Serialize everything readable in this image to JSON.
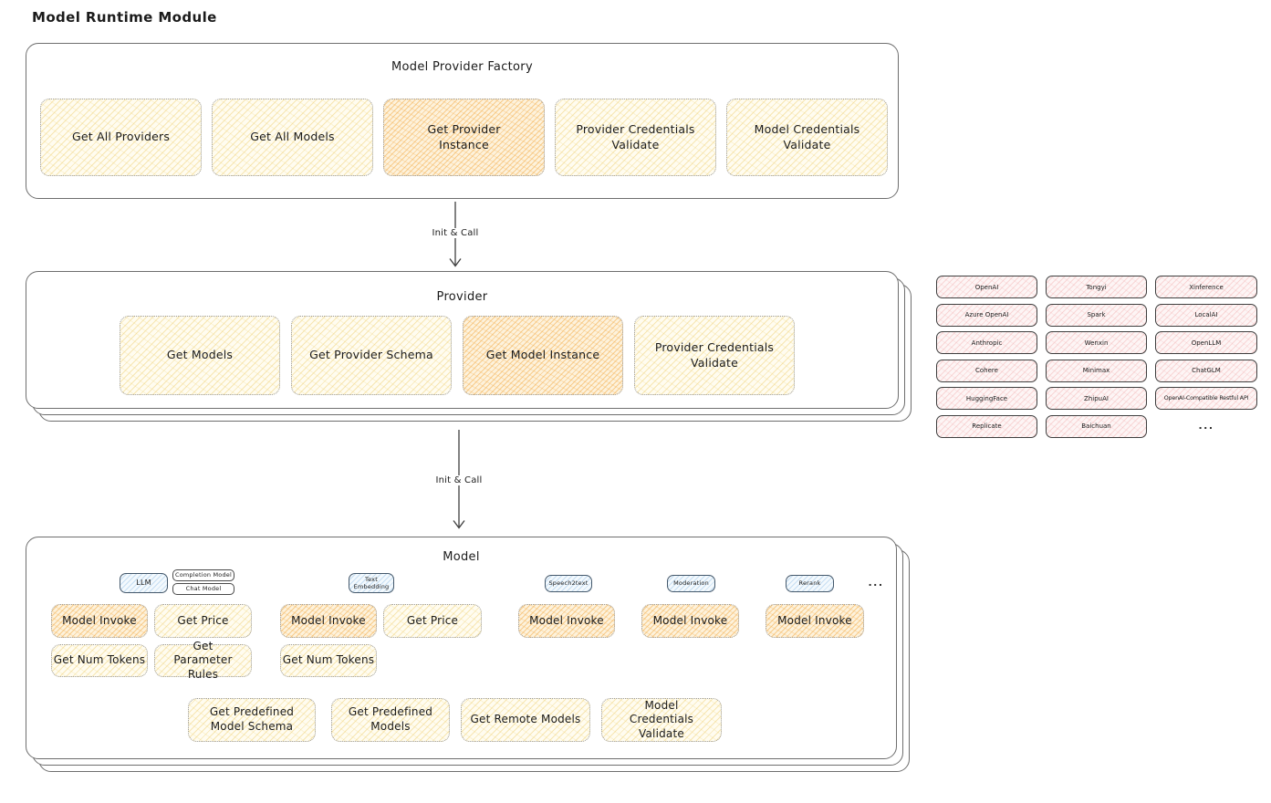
{
  "title": "Model Runtime Module",
  "colors": {
    "yellow_fill": "#fdf6dd",
    "orange_fill": "#f8e0b5",
    "pink_fill": "#fbe9e7",
    "blue_fill": "#ddedf9",
    "border_gray": "#6e6e6e",
    "dotted_border": "#9b9b9b"
  },
  "factory": {
    "title": "Model Provider Factory",
    "boxes": [
      {
        "label": "Get All Providers"
      },
      {
        "label": "Get All Models"
      },
      {
        "label": "Get Provider Instance"
      },
      {
        "label": "Provider Credentials Validate"
      },
      {
        "label": "Model Credentials Validate"
      }
    ]
  },
  "arrow1": {
    "label": "Init & Call"
  },
  "arrow2": {
    "label": "Init & Call"
  },
  "provider": {
    "title": "Provider",
    "boxes": [
      {
        "label": "Get Models"
      },
      {
        "label": "Get Provider Schema"
      },
      {
        "label": "Get Model Instance"
      },
      {
        "label": "Provider Credentials Validate"
      }
    ]
  },
  "providers_panel": {
    "items": [
      "OpenAI",
      "Tongyi",
      "Xinference",
      "Azure OpenAI",
      "Spark",
      "LocalAI",
      "Anthropic",
      "Wenxin",
      "OpenLLM",
      "Cohere",
      "Minimax",
      "ChatGLM",
      "HuggingFace",
      "ZhipuAI",
      "OpenAI-Compatible Restful API",
      "Replicate",
      "Baichuan"
    ],
    "more": "..."
  },
  "model": {
    "title": "Model",
    "tabs": {
      "llm": "LLM",
      "completion": "Completion Model",
      "chat": "Chat Model",
      "text_embedding": "Text Embedding",
      "speech2text": "Speech2text",
      "moderation": "Moderation",
      "rerank": "Rerank",
      "more": "..."
    },
    "row1": [
      "Model Invoke",
      "Get Price",
      "Model Invoke",
      "Get Price",
      "Model Invoke",
      "Model Invoke",
      "Model Invoke"
    ],
    "row2": [
      "Get Num Tokens",
      "Get Parameter Rules",
      "Get Num Tokens"
    ],
    "bottom": [
      "Get Predefined Model Schema",
      "Get Predefined Models",
      "Get Remote Models",
      "Model Credentials Validate"
    ]
  }
}
